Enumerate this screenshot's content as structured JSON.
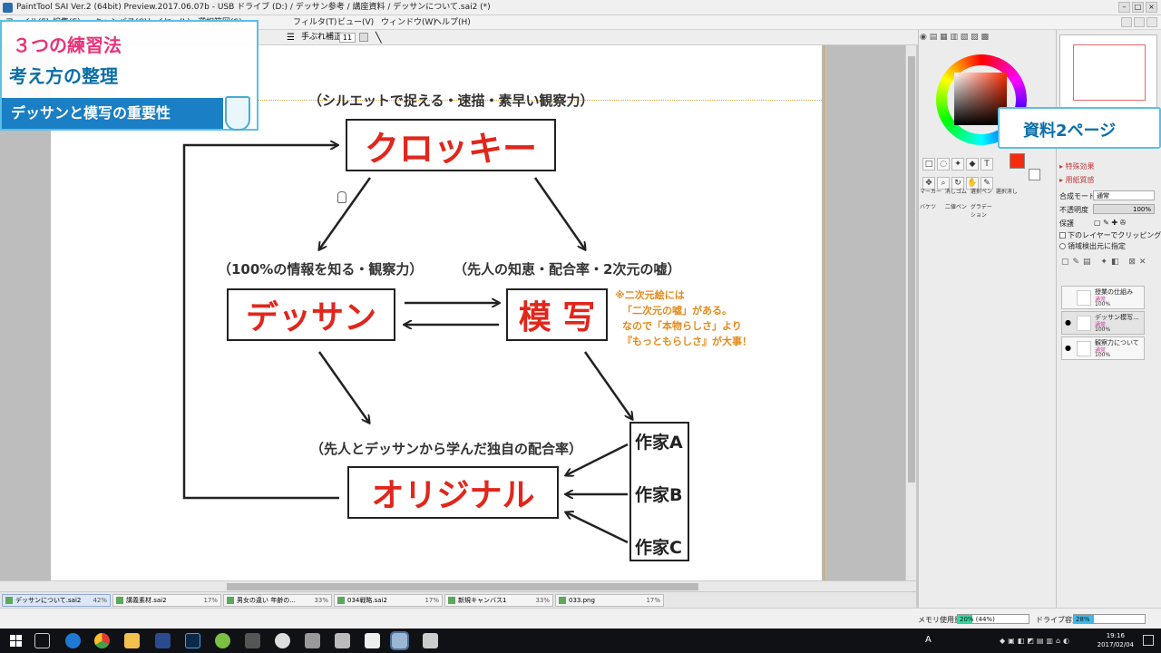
{
  "window": {
    "title": "PaintTool SAI Ver.2 (64bit) Preview.2017.06.07b - USB ドライブ (D:) / デッサン参考 / 講座資料 / デッサンについて.sai2 (*)"
  },
  "menu": {
    "items": [
      "ファイル(F)",
      "編集(E)",
      "キャンバス(C)",
      "レイヤー(L)",
      "選択範囲(S)",
      "フィルタ(T)",
      "ビュー(V)",
      "ウィンドウ(W)",
      "ヘルプ(H)"
    ],
    "partial_item": "(S)"
  },
  "toolbar": {
    "stabilizer_label": "手ぶれ補正",
    "stabilizer_value": "11"
  },
  "overlay": {
    "line1": "３つの練習法",
    "line2": "考え方の整理",
    "line3": "デッサンと模写の重要性",
    "callout": "資料2ページ"
  },
  "diagram": {
    "croquis_caption": "（シルエットで捉える・速描・素早い観察力）",
    "croquis": "クロッキー",
    "dessin_caption": "（100%の情報を知る・観察力）",
    "dessin": "デッサン",
    "copy_caption": "（先人の知恵・配合率・2次元の嘘）",
    "copy": "模 写",
    "note_lines": [
      "※二次元絵には",
      "「二次元の嘘」がある。",
      "なので「本物らしさ」より",
      "『もっともらしさ』が大事！"
    ],
    "original_caption": "（先人とデッサンから学んだ独自の配合率）",
    "original": "オリジナル",
    "artists": [
      "作家A",
      "作家B",
      "作家C"
    ]
  },
  "right_panel": {
    "section1": "▸ 特殊効果",
    "section2": "▸ 用紙質感",
    "blend_label": "合成モード",
    "blend_value": "通常",
    "opacity_label": "不透明度",
    "opacity_value": "100%",
    "protect_label": "保護",
    "clip_label": "下のレイヤーでクリッピング",
    "select_label": "領域検出元に指定",
    "layers": [
      {
        "name": "授業の仕組み",
        "mode": "通常",
        "opacity": "100%",
        "visible": false
      },
      {
        "name": "デッサン模写...",
        "mode": "通常",
        "opacity": "100%",
        "visible": true
      },
      {
        "name": "観察力について",
        "mode": "通常",
        "opacity": "100%",
        "visible": true
      }
    ]
  },
  "brushes": [
    "マーカー",
    "消しゴム",
    "選択ペン",
    "選択消し",
    "バケツ",
    "二値ペン",
    "グラデーション"
  ],
  "doc_tabs": [
    {
      "name": "デッサンについて.sai2",
      "pct": "42%",
      "active": true
    },
    {
      "name": "講義素材.sai2",
      "pct": "17%",
      "active": false
    },
    {
      "name": "男女の違い 年齢の...",
      "pct": "33%",
      "active": false
    },
    {
      "name": "034戦略.sai2",
      "pct": "17%",
      "active": false
    },
    {
      "name": "新規キャンバス1",
      "pct": "33%",
      "active": false
    },
    {
      "name": "033.png",
      "pct": "17%",
      "active": false
    }
  ],
  "status": {
    "memory_label": "メモリ使用量",
    "memory_value": "20% (44%)",
    "memory_fraction": 0.2,
    "drive_label": "ドライブ容量",
    "drive_value": "28%",
    "drive_fraction": 0.28
  },
  "taskbar": {
    "ime": "A",
    "time": "19:16",
    "date": "2017/02/04"
  },
  "colors": {
    "accent_red": "#e1261c",
    "note_orange": "#e58a1a",
    "overlay_pink": "#e8337a",
    "overlay_blue": "#0b6ea8",
    "current_color": "#f52b0f"
  }
}
